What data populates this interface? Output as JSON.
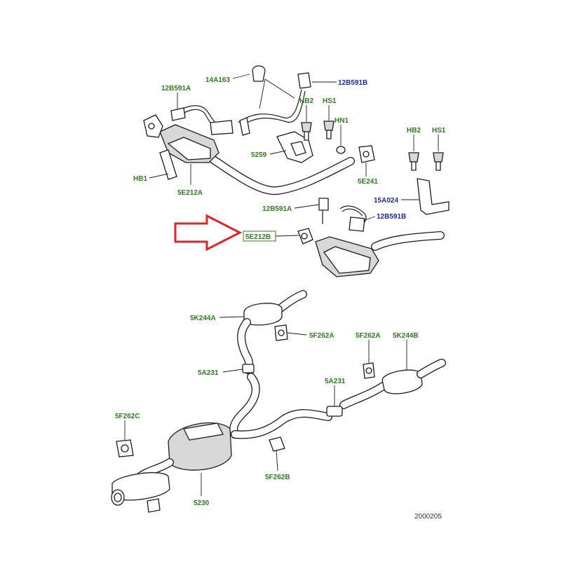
{
  "colors": {
    "part_label": "#2e7d1f",
    "alt_label": "#1a2aa8",
    "arrow": "#e0262a",
    "line": "#1c1c1c"
  },
  "labels": {
    "l_14A163": "14A163",
    "l_12B591A_top": "12B591A",
    "l_12B591B_top": "12B591B",
    "l_HB2_a": "HB2",
    "l_HS1_a": "HS1",
    "l_HN1": "HN1",
    "l_5259": "5259",
    "l_HB1": "HB1",
    "l_5E212A": "5E212A",
    "l_5E241": "5E241",
    "l_HB2_b": "HB2",
    "l_HS1_b": "HS1",
    "l_15A024": "15A024",
    "l_12B591A_mid": "12B591A",
    "l_12B591B_mid": "12B591B",
    "l_5E212B": "5E212B",
    "l_5K244A": "5K244A",
    "l_5F262A_a": "5F262A",
    "l_5F262A_b": "5F262A",
    "l_5K244B": "5K244B",
    "l_5A231_a": "5A231",
    "l_5A231_b": "5A231",
    "l_5F262C": "5F262C",
    "l_5F262B": "5F262B",
    "l_5230": "5230"
  },
  "highlighted_part": "5E212B",
  "reference_number": "2000205",
  "icons": [
    "red-pointer-arrow-icon"
  ]
}
